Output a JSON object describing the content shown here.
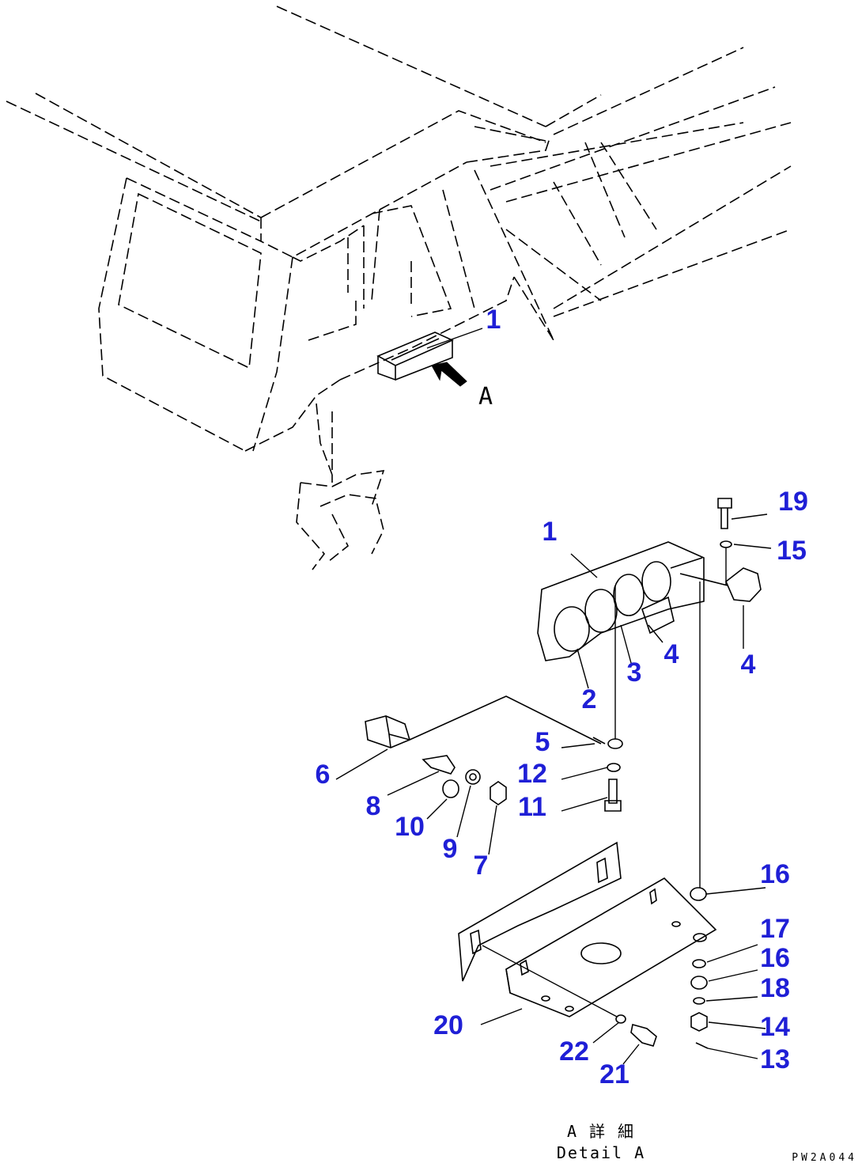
{
  "callouts": [
    {
      "id": "c1a",
      "text": "1"
    },
    {
      "id": "c1b",
      "text": "1"
    },
    {
      "id": "c19",
      "text": "19"
    },
    {
      "id": "c15",
      "text": "15"
    },
    {
      "id": "c4a",
      "text": "4"
    },
    {
      "id": "c4b",
      "text": "4"
    },
    {
      "id": "c3",
      "text": "3"
    },
    {
      "id": "c2",
      "text": "2"
    },
    {
      "id": "c5",
      "text": "5"
    },
    {
      "id": "c6",
      "text": "6"
    },
    {
      "id": "c12",
      "text": "12"
    },
    {
      "id": "c8",
      "text": "8"
    },
    {
      "id": "c11",
      "text": "11"
    },
    {
      "id": "c10",
      "text": "10"
    },
    {
      "id": "c9",
      "text": "9"
    },
    {
      "id": "c7",
      "text": "7"
    },
    {
      "id": "c16a",
      "text": "16"
    },
    {
      "id": "c17",
      "text": "17"
    },
    {
      "id": "c16b",
      "text": "16"
    },
    {
      "id": "c18",
      "text": "18"
    },
    {
      "id": "c14",
      "text": "14"
    },
    {
      "id": "c13",
      "text": "13"
    },
    {
      "id": "c20",
      "text": "20"
    },
    {
      "id": "c22",
      "text": "22"
    },
    {
      "id": "c21",
      "text": "21"
    }
  ],
  "view_marker": "A",
  "detail_caption_jp": "A 詳 細",
  "detail_caption_en": "Detail A",
  "drawing_code": "PW2A044"
}
